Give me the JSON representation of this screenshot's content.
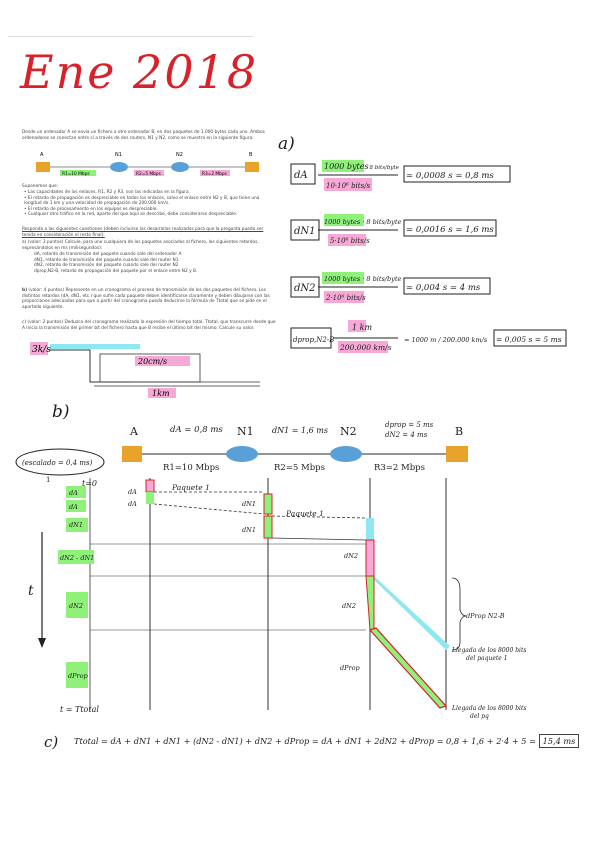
{
  "header": {
    "title": "Ene 2018"
  },
  "problem": {
    "intro": "Desde un ordenador A se envía un fichero a otro ordenador B, en dos paquetes de 1.000 bytes cada uno. Ambos ordenadores se conectan entre sí a través de dos routers, N1 y N2, como se muestra en la siguiente figura:",
    "nodes": [
      "A",
      "N1",
      "N2",
      "B"
    ],
    "links": [
      "R1=10 Mbps",
      "R2=5 Mbps",
      "R3=2 Mbps"
    ],
    "suppose": "Suponemos que:",
    "bullets": [
      "Las capacidades de los enlaces, R1, R2 y R3, son las indicadas en la figura.",
      "El retardo de propagación es despreciable en todos los enlaces, salvo el enlace entre N2 y B, que tiene una longitud de 1 km y una velocidad de propagación de 200.000 km/s.",
      "El retardo de procesamiento en los equipos es despreciable.",
      "Cualquier otro tráfico en la red, aparte del que aquí se describe, debe considerarse despreciable."
    ],
    "instruction": "Responda a las siguientes cuestiones (deben incluirse los desarrollos realizados para que la pregunta pueda ser tenida en consideración el resto final):",
    "qa": "a)  (valor: 3 puntos) Calcule, para uno cualquiera de los paquetes asociados al fichero, los siguientes retardos, expresándolos en ms (milisegundos):",
    "qa_items": [
      "dA, retardo de transmisión del paquete cuando sale del ordenador A",
      "dN1, retardo de transmisión del paquete cuando sale del router N1",
      "dN2, retardo de transmisión del paquete cuando sale del router N2",
      "dprop,N2-B, retardo de propagación del paquete por el enlace entre N2 y B."
    ],
    "qb": "(valor: 4 puntos) Represente en un cronograma el proceso de transmisión de los dos paquetes del fichero. Los distintos retardos (dA, dN1, etc.) que sufre cada paquete deben identificarse claramente y deben dibujarse con las proporciones adecuadas para que a partir del cronograma pueda deducirse la fórmula de Ttotal que se pide en el apartado siguiente.",
    "qc": "c)  (valor: 2 puntos) Deduzca del cronograma realizado la expresión del tiempo total, Ttotal, que transcurre desde que A inicia la transmisión del primer bit del fichero hasta que B recibe el último bit del mismo. Calcule su valor.",
    "sketch_left": "3k/s",
    "sketch_right": "20cm/s",
    "sketch_bottom": "1km"
  },
  "part_a": {
    "label": "a)",
    "f1": {
      "lhs": "dA",
      "num": "1000 bytes",
      "mult": "· 8 bits/byte",
      "den": "10·10⁶ bits/s",
      "res": "= 0,0008 s = 0,8 ms"
    },
    "f2": {
      "lhs": "dN1",
      "num": "1000 bytes · 8 bits/byte",
      "den": "5·10⁶ bits/s",
      "res": "= 0,0016 s = 1,6 ms"
    },
    "f3": {
      "lhs": "dN2",
      "num": "1000 bytes · 8 bits/byte",
      "den": "2·10⁶ bits/s",
      "res": "= 0,004 s = 4 ms"
    },
    "f4": {
      "lhs": "dprop,N2-B",
      "num": "1 km",
      "den": "200.000 km/s",
      "mid": "= 1000 m / 200.000 km/s",
      "res": "= 0,005 s = 5 ms"
    }
  },
  "part_b": {
    "label": "b)",
    "nodes": [
      "A",
      "N1",
      "N2",
      "B"
    ],
    "links": [
      "R1=10 Mbps",
      "R2=5 Mbps",
      "R3=2 Mbps"
    ],
    "above_A": "dA = 0,8 ms",
    "above_N1": "dN1 = 1,6 ms",
    "above_N2": [
      "dprop = 5 ms",
      "dN2 = 4 ms"
    ],
    "scale": "(escalado = 0,4 ms)",
    "scale_tick": "1",
    "t0": "t=0",
    "t_axis": "t",
    "t_end": "t = Ttotal",
    "left_labels": [
      "dA",
      "dA",
      "dN1",
      "dN1",
      "dN2 - dN1",
      "dN2",
      "dProp"
    ],
    "inner_labels": [
      "dA",
      "dA",
      "dN1",
      "dN1",
      "dN2",
      "dN2",
      "dProp"
    ],
    "paquete1": "Paquete 1",
    "paquete1b": "Paquete 1",
    "dprop_right": "dProp N2-B",
    "arrival1": [
      "Llegada de los 8000 bits",
      "del paquete 1"
    ],
    "arrival2": [
      "Llegada de los 8000 bits",
      "del pq"
    ]
  },
  "part_c": {
    "label": "c)",
    "formula": "Ttotal = dA + dN1 + dN1 + (dN2 - dN1) + dN2 + dProp = dA + dN1 + 2dN2 + dProp = 0,8 + 1,6 + 2·4 + 5 =",
    "result": "15,4 ms"
  },
  "colors": {
    "title": "#d8222a",
    "green": "#8ff07a",
    "pink": "#f6a8d6",
    "cyan": "#8fe8f0",
    "router": "#5aa0d8",
    "pc": "#e8a42a"
  }
}
